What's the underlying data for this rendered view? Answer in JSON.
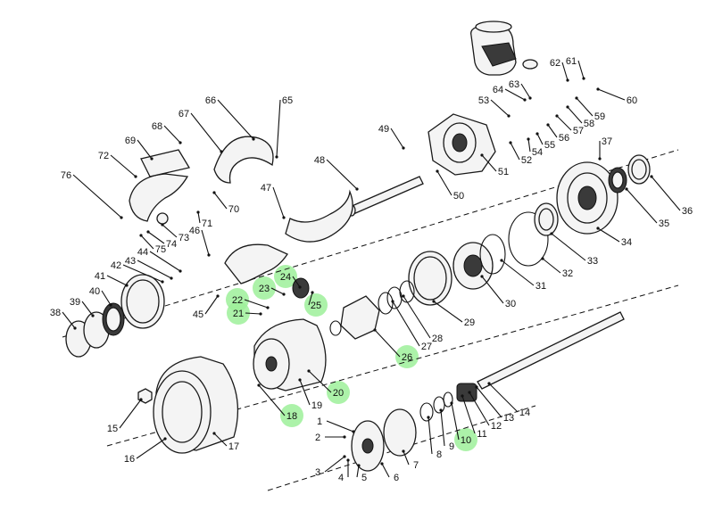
{
  "callouts": [
    {
      "n": "1"
    },
    {
      "n": "2"
    },
    {
      "n": "3"
    },
    {
      "n": "4"
    },
    {
      "n": "5"
    },
    {
      "n": "6"
    },
    {
      "n": "7"
    },
    {
      "n": "8"
    },
    {
      "n": "9"
    },
    {
      "n": "10"
    },
    {
      "n": "11"
    },
    {
      "n": "12"
    },
    {
      "n": "13"
    },
    {
      "n": "14"
    },
    {
      "n": "15"
    },
    {
      "n": "16"
    },
    {
      "n": "17"
    },
    {
      "n": "18"
    },
    {
      "n": "19"
    },
    {
      "n": "20"
    },
    {
      "n": "21"
    },
    {
      "n": "22"
    },
    {
      "n": "23"
    },
    {
      "n": "24"
    },
    {
      "n": "25"
    },
    {
      "n": "26"
    },
    {
      "n": "27"
    },
    {
      "n": "28"
    },
    {
      "n": "29"
    },
    {
      "n": "30"
    },
    {
      "n": "31"
    },
    {
      "n": "32"
    },
    {
      "n": "33"
    },
    {
      "n": "34"
    },
    {
      "n": "35"
    },
    {
      "n": "36"
    },
    {
      "n": "37"
    },
    {
      "n": "38"
    },
    {
      "n": "39"
    },
    {
      "n": "40"
    },
    {
      "n": "41"
    },
    {
      "n": "42"
    },
    {
      "n": "43"
    },
    {
      "n": "44"
    },
    {
      "n": "45"
    },
    {
      "n": "46"
    },
    {
      "n": "47"
    },
    {
      "n": "48"
    },
    {
      "n": "49"
    },
    {
      "n": "50"
    },
    {
      "n": "51"
    },
    {
      "n": "52"
    },
    {
      "n": "53"
    },
    {
      "n": "54"
    },
    {
      "n": "55"
    },
    {
      "n": "56"
    },
    {
      "n": "57"
    },
    {
      "n": "58"
    },
    {
      "n": "59"
    },
    {
      "n": "60"
    },
    {
      "n": "61"
    },
    {
      "n": "62"
    },
    {
      "n": "63"
    },
    {
      "n": "64"
    },
    {
      "n": "65"
    },
    {
      "n": "66"
    },
    {
      "n": "67"
    },
    {
      "n": "68"
    },
    {
      "n": "69"
    },
    {
      "n": "70"
    },
    {
      "n": "71"
    },
    {
      "n": "72"
    },
    {
      "n": "73"
    },
    {
      "n": "74"
    },
    {
      "n": "75"
    },
    {
      "n": "76"
    }
  ],
  "highlighted_parts": [
    "10",
    "18",
    "20",
    "21",
    "22",
    "23",
    "24",
    "25",
    "26"
  ],
  "colors": {
    "highlight": "#9ef09a",
    "ink": "#111111",
    "background": "#ffffff"
  }
}
